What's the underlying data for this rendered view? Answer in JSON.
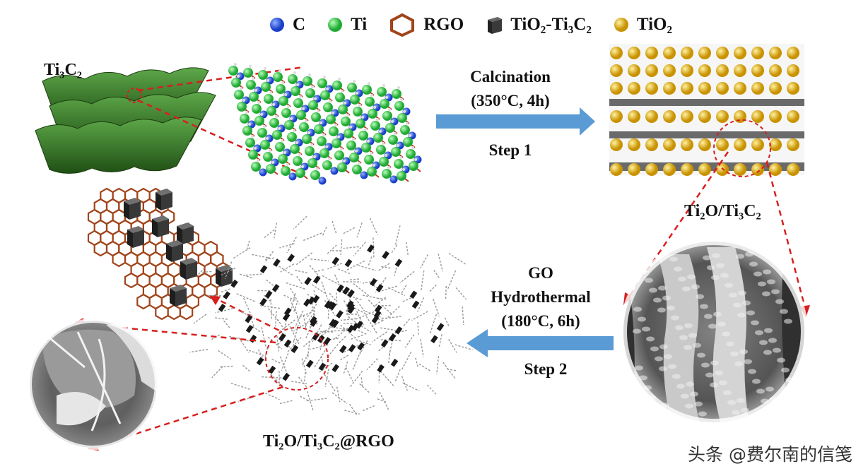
{
  "legend": {
    "items": [
      {
        "symbol": "sphere",
        "color": "#1a3ec9",
        "text": "C"
      },
      {
        "symbol": "sphere",
        "color": "#2ecc40",
        "text": "Ti"
      },
      {
        "symbol": "hexagon",
        "color": "#a0441a",
        "text": "RGO"
      },
      {
        "symbol": "cube",
        "color": "#333333",
        "text": "TiO₂-Ti₃C₂"
      },
      {
        "symbol": "sphere",
        "color": "#e0b020",
        "text": "TiO₂"
      }
    ]
  },
  "labels": {
    "ti3c2": "Ti₃C₂",
    "ti2o_ti3c2": "Ti₂O/Ti₃C₂",
    "composite": "Ti₂O/Ti₃C₂@RGO"
  },
  "step1": {
    "line1": "Calcination",
    "line2": "(350°C,  4h)",
    "step_label": "Step 1",
    "arrow_color": "#5b9bd5"
  },
  "step2": {
    "line1": "GO",
    "line2": "Hydrothermal",
    "line3": "(180°C,  6h)",
    "step_label": "Step 2",
    "arrow_color": "#5b9bd5"
  },
  "colors": {
    "dashed_red": "#d81e1e",
    "sheet_green": "#2e6b1e",
    "rgo_brown": "#a0441a",
    "tio2_gold": "#e0b020",
    "layer_gray": "#6a6a6a"
  },
  "watermark": "头条 @费尔南的信笺"
}
